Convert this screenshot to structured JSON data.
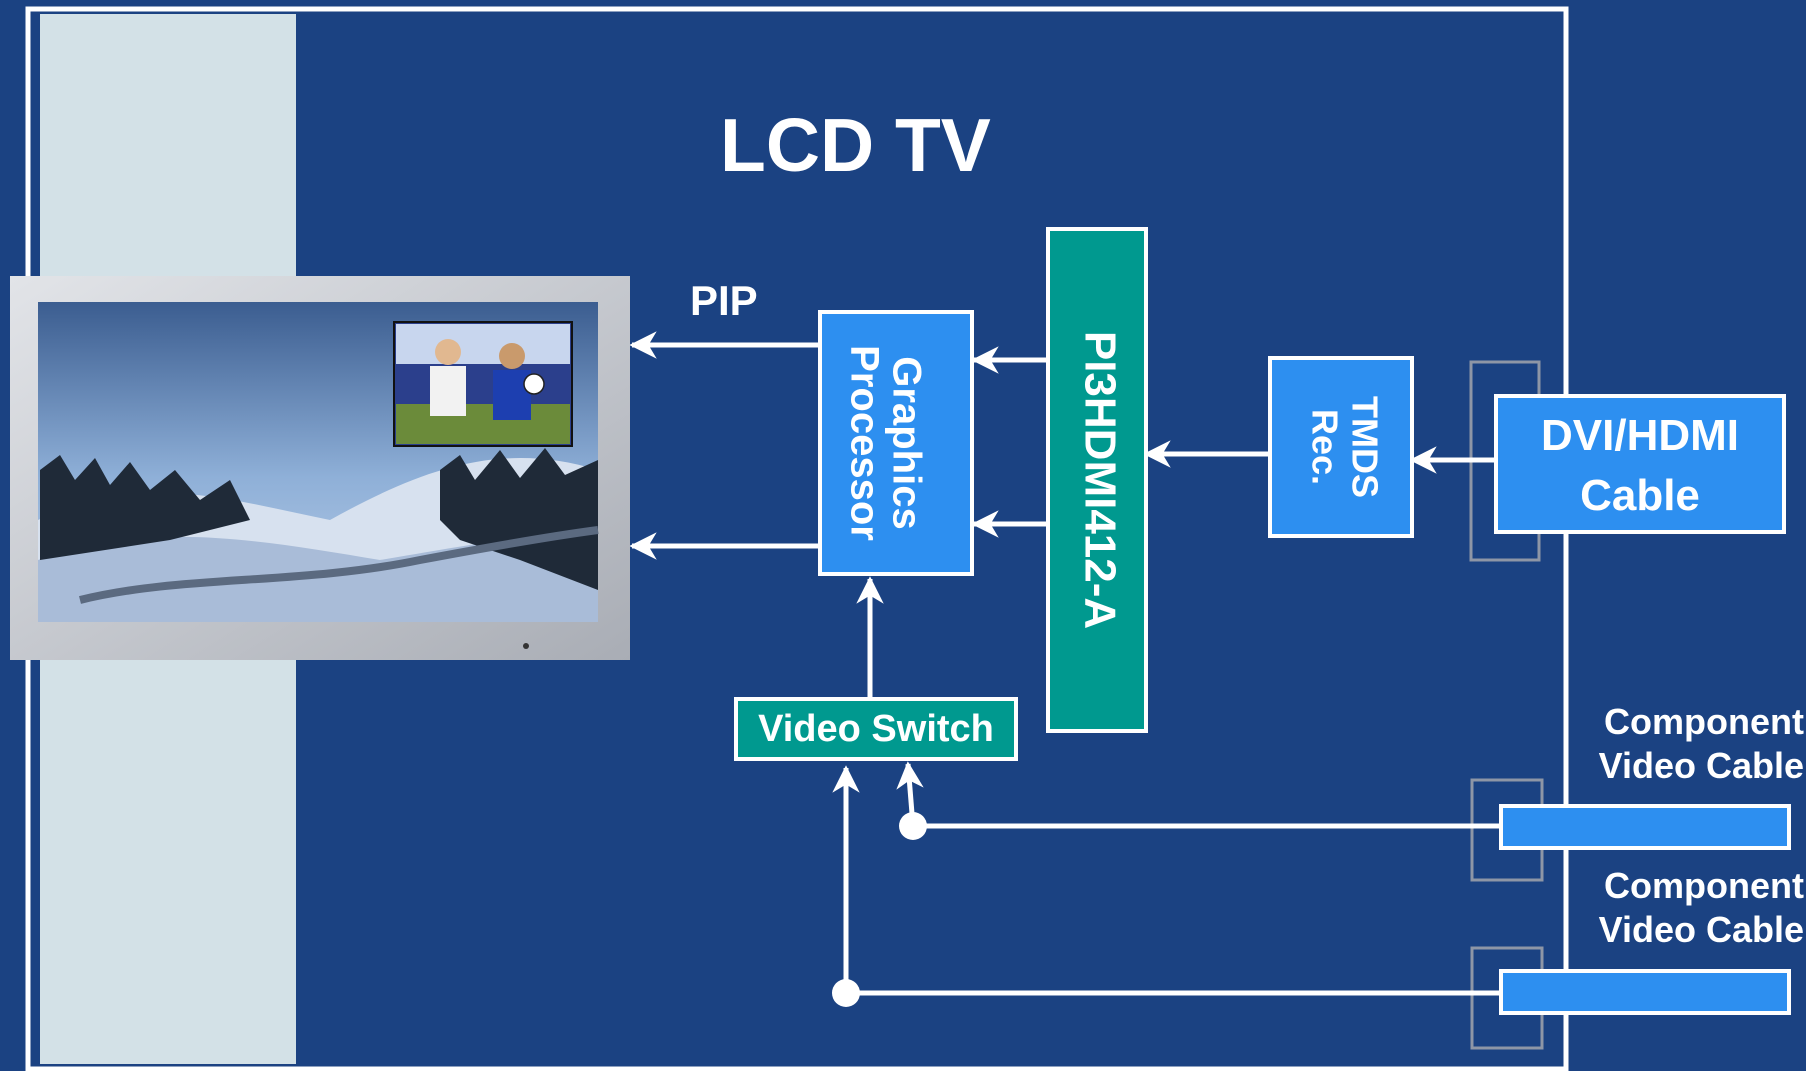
{
  "title": "LCD TV",
  "pip_label": "PIP",
  "blocks": {
    "graphics_processor": "Graphics Processor",
    "graphics_line1": "Graphics",
    "graphics_line2": "Processor",
    "switch_chip": "PI3HDMI412-A",
    "tmds_line1": "TMDS",
    "tmds_line2": "Rec.",
    "video_switch": "Video Switch",
    "dvi_line1": "DVI/HDMI",
    "dvi_line2": "Cable"
  },
  "component_cable_1": {
    "line1": "Component",
    "line2": "Video Cable"
  },
  "component_cable_2": {
    "line1": "Component",
    "line2": "Video Cable"
  },
  "colors": {
    "background": "#1b4282",
    "panel_light": "#d3e1e7",
    "block_blue": "#2d8ff0",
    "block_teal": "#00998f",
    "white": "#ffffff",
    "connector_gray": "#8e96a6"
  },
  "icons": {
    "tv": "lcd-tv-illustration",
    "arrow": "arrowhead"
  }
}
